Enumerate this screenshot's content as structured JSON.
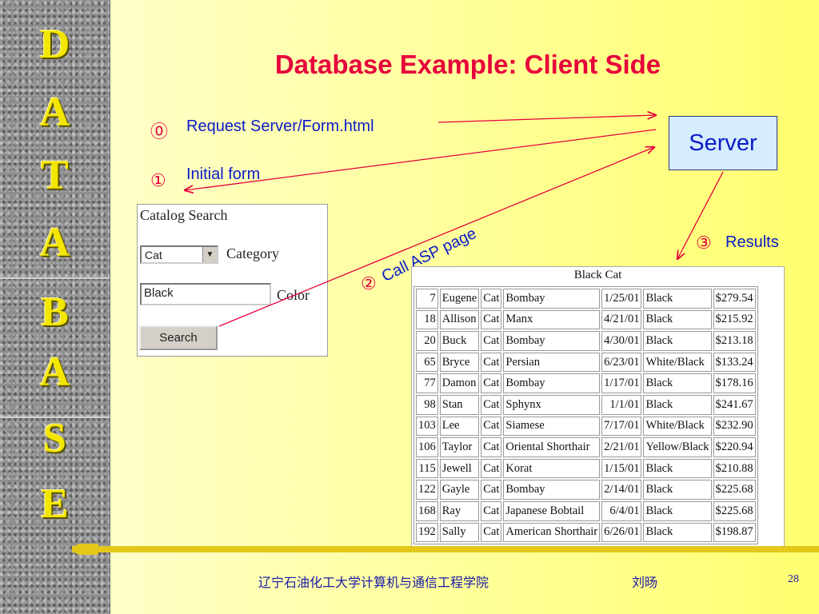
{
  "sidebar": {
    "letters": [
      "D",
      "A",
      "T",
      "A",
      "B",
      "A",
      "S",
      "E"
    ]
  },
  "title": "Database Example: Client Side",
  "steps": [
    {
      "num": "⓪",
      "text": "Request Server/Form.html"
    },
    {
      "num": "①",
      "text": "Initial form"
    },
    {
      "num": "②",
      "text": "Call ASP page"
    },
    {
      "num": "③",
      "text": "Results"
    }
  ],
  "server": {
    "label": "Server"
  },
  "form": {
    "heading": "Catalog Search",
    "category_value": "Cat",
    "category_label": "Category",
    "color_value": "Black",
    "color_label": "Color",
    "search_button": "Search"
  },
  "results": {
    "title": "Black Cat",
    "rows": [
      [
        "7",
        "Eugene",
        "Cat",
        "Bombay",
        "1/25/01",
        "Black",
        "$279.54"
      ],
      [
        "18",
        "Allison",
        "Cat",
        "Manx",
        "4/21/01",
        "Black",
        "$215.92"
      ],
      [
        "20",
        "Buck",
        "Cat",
        "Bombay",
        "4/30/01",
        "Black",
        "$213.18"
      ],
      [
        "65",
        "Bryce",
        "Cat",
        "Persian",
        "6/23/01",
        "White/Black",
        "$133.24"
      ],
      [
        "77",
        "Damon",
        "Cat",
        "Bombay",
        "1/17/01",
        "Black",
        "$178.16"
      ],
      [
        "98",
        "Stan",
        "Cat",
        "Sphynx",
        "1/1/01",
        "Black",
        "$241.67"
      ],
      [
        "103",
        "Lee",
        "Cat",
        "Siamese",
        "7/17/01",
        "White/Black",
        "$232.90"
      ],
      [
        "106",
        "Taylor",
        "Cat",
        "Oriental Shorthair",
        "2/21/01",
        "Yellow/Black",
        "$220.94"
      ],
      [
        "115",
        "Jewell",
        "Cat",
        "Korat",
        "1/15/01",
        "Black",
        "$210.88"
      ],
      [
        "122",
        "Gayle",
        "Cat",
        "Bombay",
        "2/14/01",
        "Black",
        "$225.68"
      ],
      [
        "168",
        "Ray",
        "Cat",
        "Japanese Bobtail",
        "6/4/01",
        "Black",
        "$225.68"
      ],
      [
        "192",
        "Sally",
        "Cat",
        "American Shorthair",
        "6/26/01",
        "Black",
        "$198.87"
      ]
    ]
  },
  "footer": {
    "institution": "辽宁石油化工大学计算机与通信工程学院",
    "author": "刘旸",
    "page_number": "28"
  },
  "colors": {
    "title": "#e6003c",
    "text_blue": "#0a1cc8",
    "server_fill": "#d6ecff",
    "arrow": "#e6003c"
  }
}
